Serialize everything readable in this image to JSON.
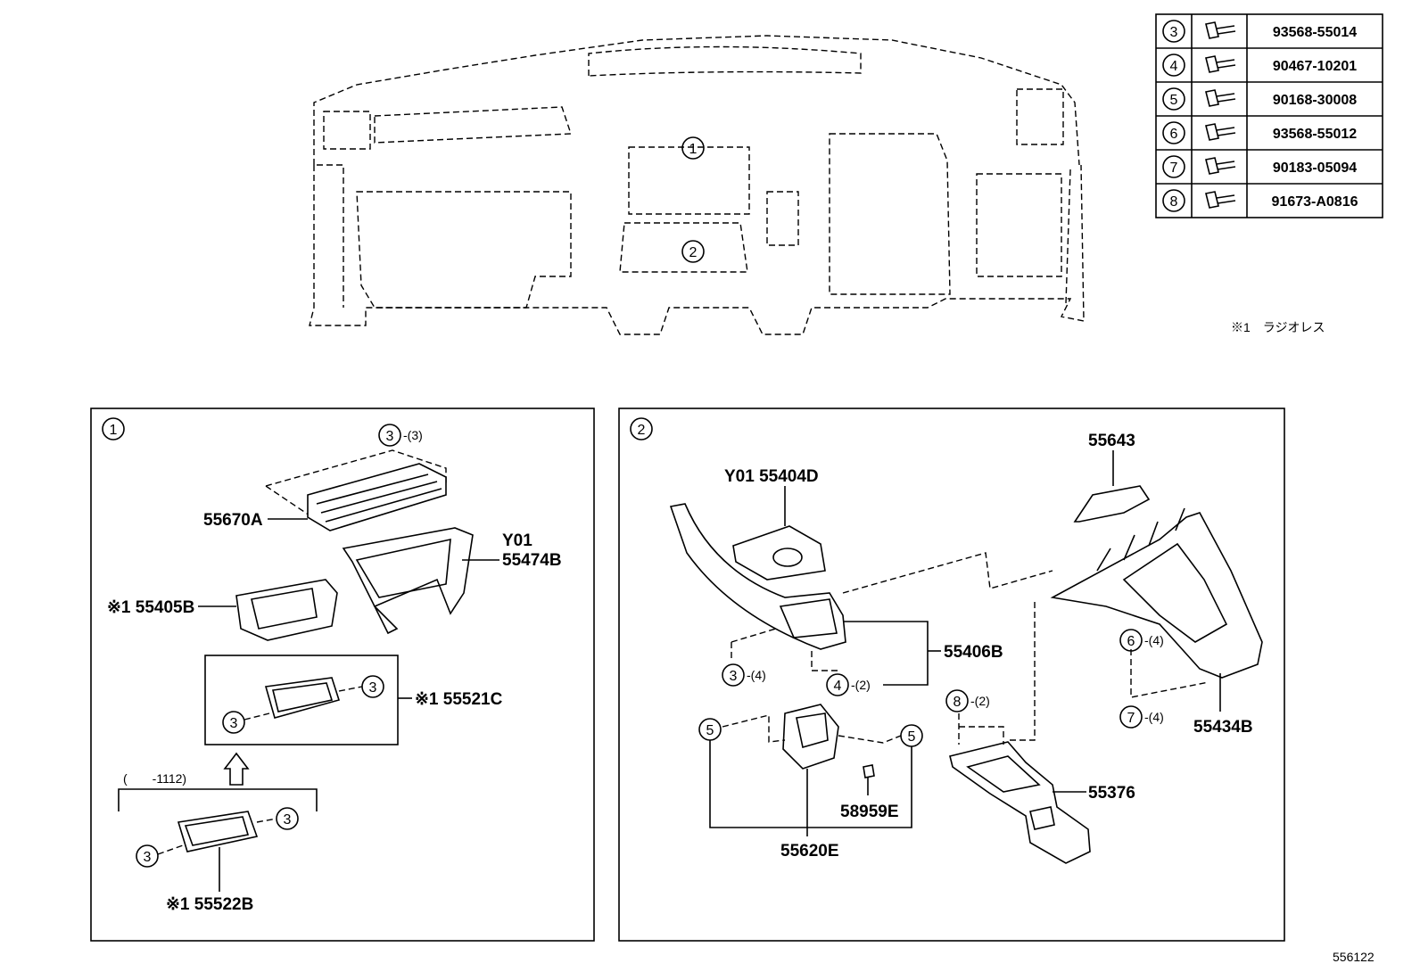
{
  "fastener_table": [
    {
      "ref": "3",
      "part_no": "93568-55014",
      "icon": "bolt-with-washer-icon"
    },
    {
      "ref": "4",
      "part_no": "90467-10201",
      "icon": "clip-icon"
    },
    {
      "ref": "5",
      "part_no": "90168-30008",
      "icon": "screw-icon"
    },
    {
      "ref": "6",
      "part_no": "93568-55012",
      "icon": "bolt-icon"
    },
    {
      "ref": "7",
      "part_no": "90183-05094",
      "icon": "nut-clip-icon"
    },
    {
      "ref": "8",
      "part_no": "91673-A0816",
      "icon": "bolt-icon"
    }
  ],
  "note": "※1　ラジオレス",
  "overview": {
    "callout1": "1",
    "callout2": "2"
  },
  "panel1": {
    "id": "1",
    "labels": {
      "p55670A": "55670A",
      "y01": "Y01",
      "p55474B": "55474B",
      "p55405B": "※1 55405B",
      "p55521C": "※1 55521C",
      "p55522B": "※1 55522B",
      "range": "(　　-1112)",
      "qty3": "-(3)"
    },
    "circles": {
      "c3": "3"
    }
  },
  "panel2": {
    "id": "2",
    "labels": {
      "p55643": "55643",
      "p55404D": "Y01 55404D",
      "p55406B": "55406B",
      "p55434B": "55434B",
      "p55376": "55376",
      "p58959E": "58959E",
      "p55620E": "55620E",
      "qty4a": "-(4)",
      "qty2a": "-(2)",
      "qty2b": "-(2)",
      "qty4b": "-(4)",
      "qty4c": "-(4)"
    },
    "circles": {
      "c3": "3",
      "c4": "4",
      "c5": "5",
      "c6": "6",
      "c7": "7",
      "c8": "8"
    }
  },
  "drawing_no": "556122"
}
